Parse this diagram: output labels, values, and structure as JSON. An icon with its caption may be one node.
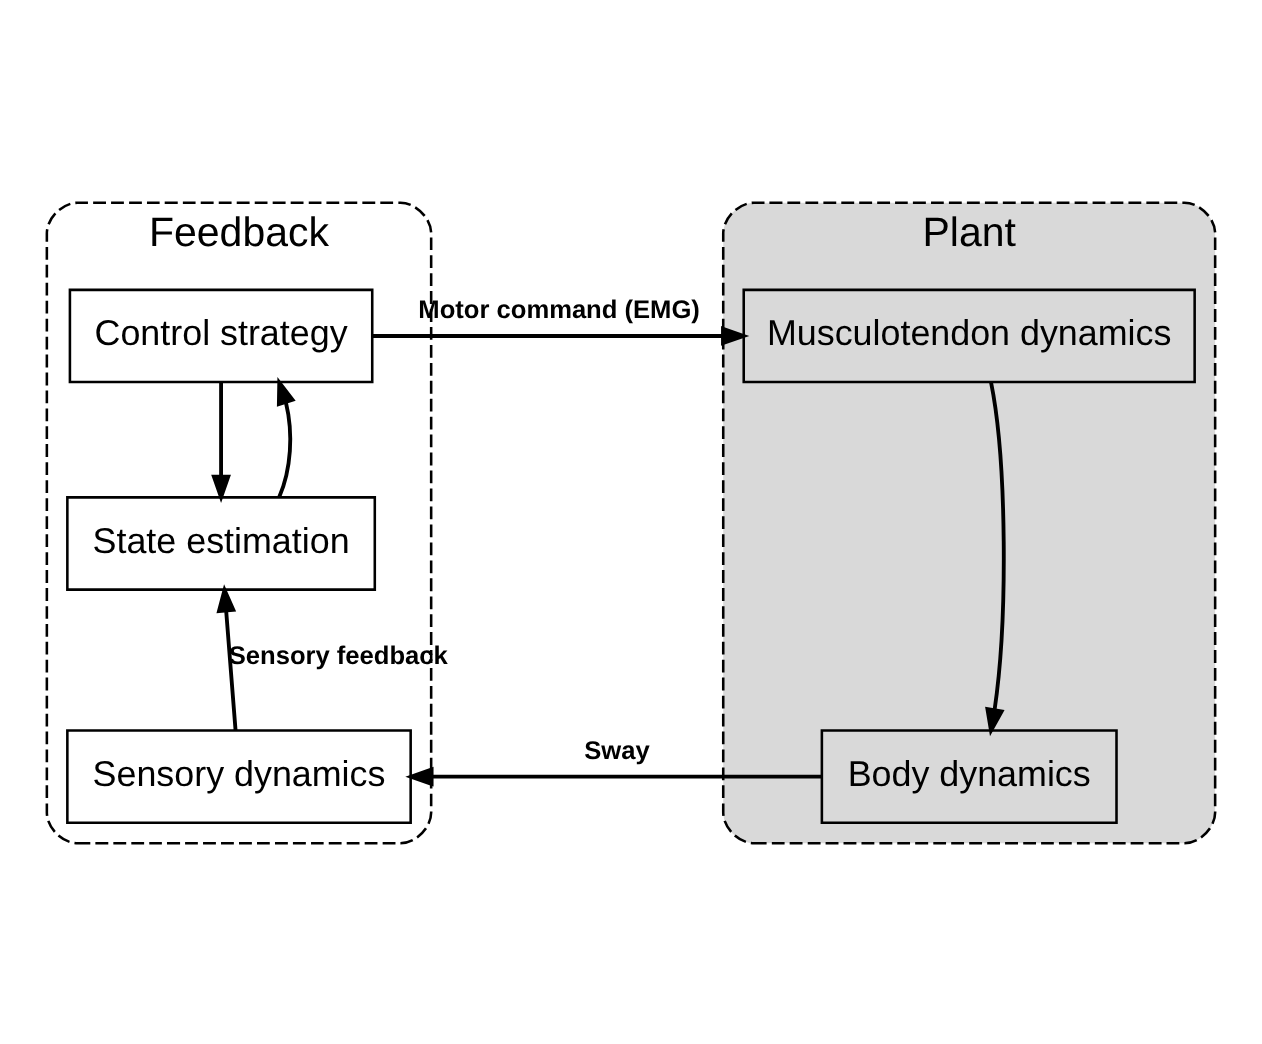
{
  "diagram": {
    "nodes": [
      {
        "text": [
          "Feedback"
        ]
      },
      {
        "text": [
          "Control strategy"
        ],
        "in": 0
      },
      {
        "text": [
          "State estimation"
        ],
        "in": 0
      },
      {
        "text": [
          "Sensory dynamics"
        ],
        "in": 0
      },
      {
        "text": [
          "Plant"
        ]
      },
      {
        "text": [
          "Musculotendon dynamics"
        ],
        "in": 4
      },
      {
        "text": [
          "Body dynamics"
        ],
        "in": 4
      }
    ],
    "edges": [
      {
        "from": 1,
        "to": 5,
        "arrow": "to",
        "label": "Motor command (EMG)"
      },
      {
        "from": 1,
        "to": 2,
        "arrow": "to"
      },
      {
        "from": 2,
        "to": 1,
        "arrow": "to"
      },
      {
        "from": 5,
        "to": 6,
        "arrow": "to"
      },
      {
        "from": 6,
        "to": 3,
        "arrow": "to",
        "label": "Sway"
      },
      {
        "from": 3,
        "to": 2,
        "arrow": "to",
        "label": "Sensory feedback"
      }
    ]
  }
}
